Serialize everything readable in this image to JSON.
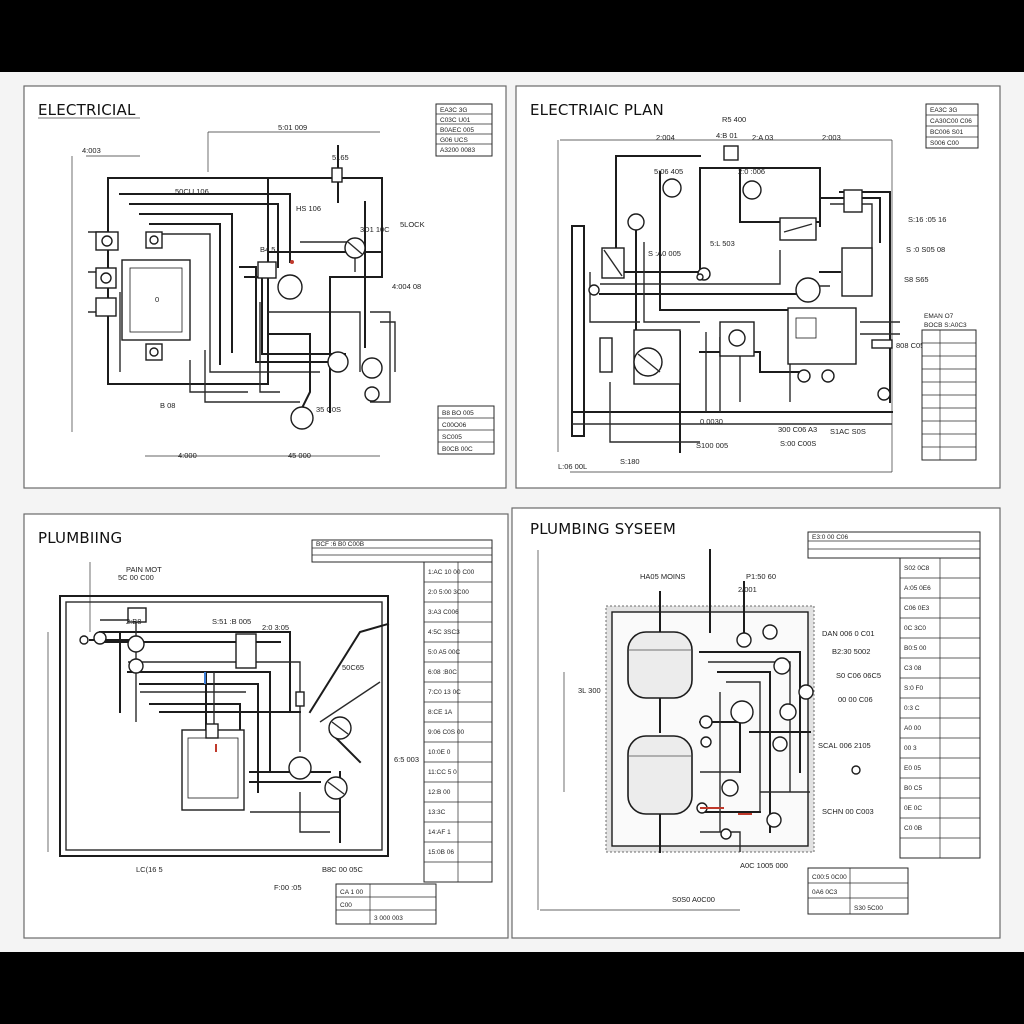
{
  "panels": {
    "electrical": {
      "title": "ELECTRICIAL",
      "labels": [
        "5:01 009",
        "4:003",
        "5165",
        "50CU 106",
        "HS 106",
        "B4 5",
        "3D1 10C",
        "5LOCK",
        "4:004 08",
        "35 C0S",
        "B 08",
        "4:000",
        "45 000"
      ],
      "title_block": [
        "EA3C 3G",
        "C03C U01",
        "B0AEC 005",
        "G06 UCS",
        "A3200 0083"
      ],
      "notes_block": [
        "B8 BO 005",
        "C00O06",
        "SC005",
        "B0CB 00C"
      ]
    },
    "electric_plan": {
      "title": "ELECTRIAIC PLAN",
      "labels": [
        "R5 400",
        "2:004",
        "4:B 01",
        "2:A 03",
        "2:003",
        "5:06 405",
        "2:0 :006",
        "S :A0 005",
        "S:16 :05 16",
        "S :0 S05 08",
        "S8 S65",
        "5:L 503",
        "808 C05",
        "L:06 00L",
        "S:180",
        "0 0030",
        "300 C06 A3",
        "S100 005",
        "S1AC S0S",
        "S:00 C00S"
      ],
      "title_block": [
        "EA3C 3G",
        "CA30C00 C06",
        "BC006 S01",
        "S006 C00"
      ],
      "side_table_header": [
        "EMAN O7",
        "BOCB S:A0C3"
      ]
    },
    "plumbing": {
      "title": "PLUMBIING",
      "labels": [
        "PAIN MOT",
        "5C 00 C00",
        "2:B8",
        "S:51 :B 005",
        "2:0 3:05",
        "50C65",
        "6:5 003",
        "LC(16 5",
        "F:00 :05",
        "B8C 00 05C"
      ],
      "table_rows": [
        "BCF :6 B0 C00B",
        "1:AC 10 00 C00",
        "2:0 5:00 3C00",
        "3:A3 C006",
        "4:5C 3SC3",
        "5:0 A5 00C",
        "6:08 :B0C",
        "7:C0 13 0C",
        "8:CE 1A",
        "9:06 C0S 00",
        "10:0E 0",
        "11:CC 5 0",
        "12:B 00",
        "13:3C",
        "14:AF 1",
        "15:0B 06"
      ],
      "footer_rows": [
        "CA 1 00",
        "C00",
        "3 000 003"
      ]
    },
    "plumbing_system": {
      "title": "PLUMBING SYSEEM",
      "labels": [
        "HA05 MOINS",
        "P1:50 60",
        "3L 300",
        "2/001",
        "DAN 006 0 C01",
        "B2:30 5002",
        "S0 C06 06C5",
        "00 00 C06",
        "SCAL 006 2105",
        "SCHN 00 C003",
        "A0C 1005 000",
        "S0S0 A0C00"
      ],
      "table_rows": [
        "E3:0 00 C06",
        "S02 0C8",
        "A:05 0E6",
        "C06 0E3",
        "0C 3C0",
        "B0:5 00",
        "C3 08",
        "S:0 F0",
        "0:3 C",
        "A0 00",
        "00 3",
        "E0 05",
        "B0 C5",
        "0E 0C",
        "C0 0B"
      ],
      "footer_rows": [
        "C00:5 0C00",
        "0A6 0C3",
        "S30 5C00"
      ]
    }
  },
  "colors": {
    "background": "#000000",
    "sheet": "#f4f4f4",
    "line": "#1c1c1c",
    "accent_blue": "#3a7bd5",
    "accent_red": "#c0392b"
  }
}
